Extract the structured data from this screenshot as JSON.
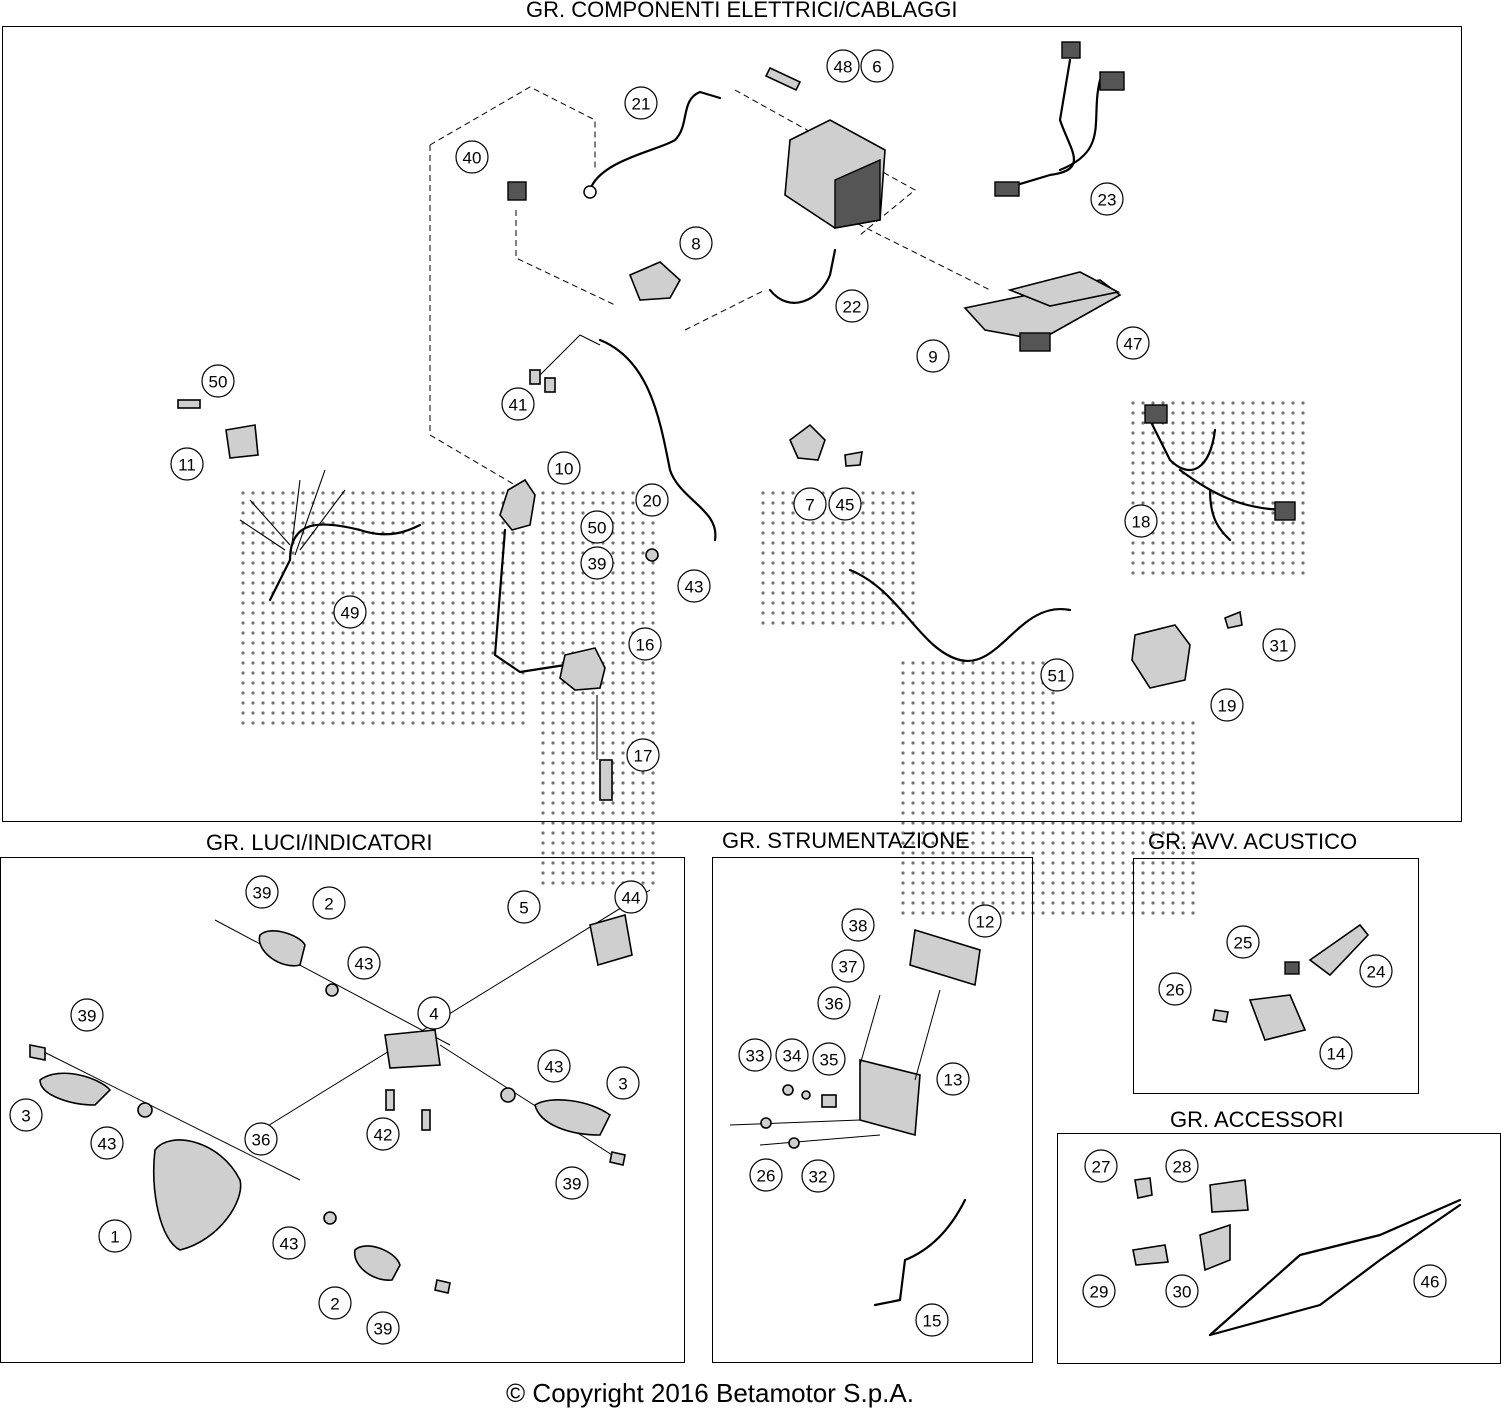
{
  "groups": {
    "electrical": "GR. COMPONENTI ELETTRICI/CABLAGGI",
    "lights": "GR. LUCI/INDICATORI",
    "instruments": "GR. STRUMENTAZIONE",
    "horn": "GR. AVV. ACUSTICO",
    "accessories": "GR. ACCESSORI"
  },
  "copyright": "© Copyright 2016 Betamotor S.p.A.",
  "callouts": {
    "electrical": [
      "48",
      "6",
      "21",
      "40",
      "23",
      "8",
      "22",
      "9",
      "47",
      "41",
      "50",
      "11",
      "10",
      "20",
      "50",
      "39",
      "7",
      "45",
      "18",
      "43",
      "49",
      "16",
      "51",
      "31",
      "19",
      "17"
    ],
    "lights": [
      "39",
      "2",
      "43",
      "5",
      "44",
      "39",
      "4",
      "43",
      "3",
      "3",
      "43",
      "36",
      "42",
      "39",
      "1",
      "43",
      "2",
      "39"
    ],
    "instruments": [
      "38",
      "12",
      "37",
      "36",
      "33",
      "34",
      "35",
      "13",
      "26",
      "32",
      "15"
    ],
    "horn": [
      "25",
      "24",
      "26",
      "14"
    ],
    "accessories": [
      "27",
      "28",
      "29",
      "30",
      "46"
    ]
  }
}
